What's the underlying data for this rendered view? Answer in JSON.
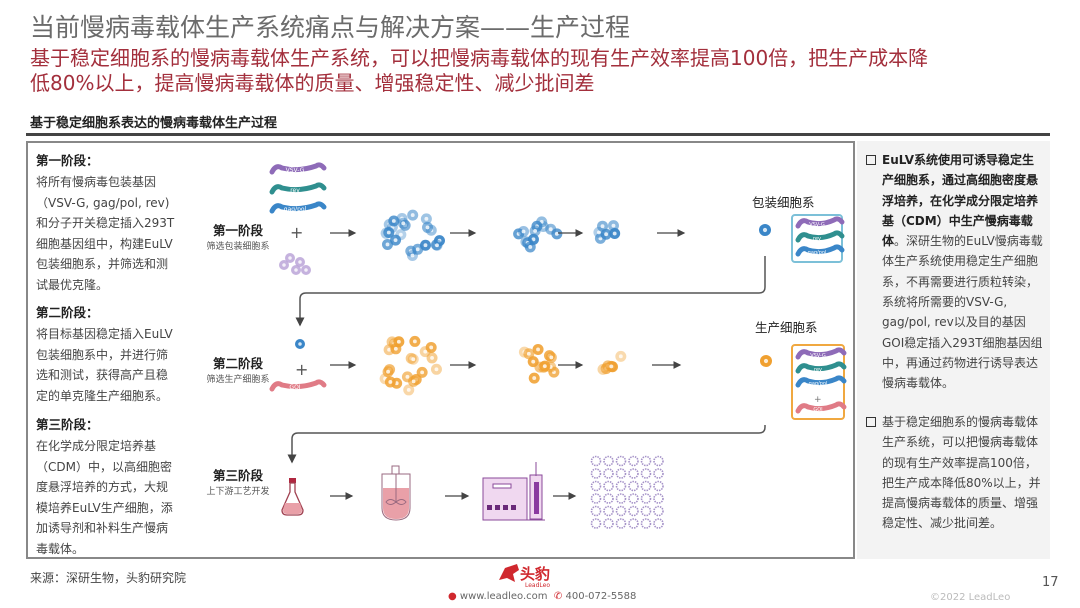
{
  "header": {
    "title": "当前慢病毒载体生产系统痛点与解决方案——生产过程",
    "subtitle_line1": "基于稳定细胞系的慢病毒载体生产系统，可以把慢病毒载体的现有生产效率提高100倍，把生产成本降",
    "subtitle_line2": "低80%以上，提高慢病毒载体的质量、增强稳定性、减少批间差"
  },
  "section_title": "基于稳定细胞系表达的慢病毒载体生产过程",
  "stages": [
    {
      "heading": "第一阶段：",
      "lines": [
        "将所有慢病毒包装基因",
        "（VSV-G, gag/pol, rev)",
        "和分子开关稳定插入293T",
        "细胞基因组中，构建EuLV",
        "包装细胞系，并筛选和测",
        "试最优克隆。"
      ],
      "label": "第一阶段",
      "sublabel": "筛选包装细胞系"
    },
    {
      "heading": "第二阶段：",
      "lines": [
        "将目标基因稳定插入EuLV",
        "包装细胞系中，并进行筛",
        "选和测试，获得高产且稳",
        "定的单克隆生产细胞系。"
      ],
      "label": "第二阶段",
      "sublabel": "筛选生产细胞系"
    },
    {
      "heading": "第三阶段：",
      "lines": [
        "在化学成分限定培养基",
        "（CDM）中，以高细胞密",
        "度悬浮培养的方式，大规",
        "模培养EuLV生产细胞，添",
        "加诱导剂和补料生产慢病",
        "毒载体。"
      ],
      "label": "第三阶段",
      "sublabel": "上下游工艺开发"
    }
  ],
  "diagram": {
    "packaging_cell_line": "包装细胞系",
    "production_cell_line": "生产细胞系",
    "plus": "+",
    "constructs": [
      "VSV-G",
      "rev",
      "gag/pol",
      "GOI"
    ],
    "colors": {
      "blue": "#3a86c8",
      "orange": "#f0a030",
      "purple": "#8e6bb8",
      "teal": "#2f8f8f",
      "pink": "#e07b86",
      "lilac": "#b79fd6"
    }
  },
  "sidebar": {
    "item1_bold": "EuLV系统使用可诱导稳定生产细胞系，通过高细胞密度悬浮培养，在化学成分限定培养基（CDM）中生产慢病毒载体",
    "item1_rest": "。深研生物的EuLV慢病毒载体生产系统使用稳定生产细胞系，不再需要进行质粒转染，系统将所需要的VSV-G, gag/pol, rev以及目的基因GOI稳定插入293T细胞基因组中，再通过药物进行诱导表达慢病毒载体。",
    "item2": "基于稳定细胞系的慢病毒载体生产系统，可以把慢病毒载体的现有生产效率提高100倍，把生产成本降低80%以上，并提高慢病毒载体的质量、增强稳定性、减少批间差。"
  },
  "footer": {
    "source": "来源：深研生物，头豹研究院",
    "logo_text": "头豹",
    "logo_sub": "LeadLeo",
    "website": "www.leadleo.com",
    "phone": "400-072-5588",
    "page": "17",
    "copyright": "©2022 LeadLeo"
  }
}
